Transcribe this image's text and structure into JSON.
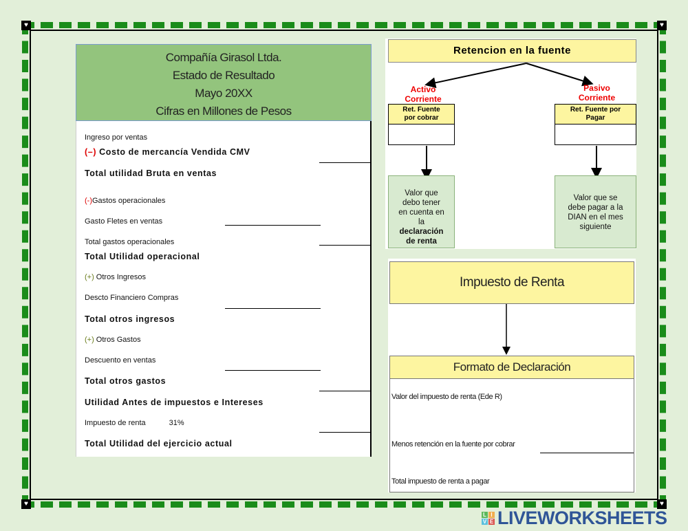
{
  "statement": {
    "header": [
      "Compañía Girasol Ltda.",
      "Estado de Resultado",
      "Mayo 20XX",
      "Cifras en Millones de Pesos"
    ],
    "rows": {
      "ingreso": "Ingreso por ventas",
      "costo_sign": "(–)",
      "costo": " Costo de mercancía Vendida CMV",
      "bruta": "Total utilidad Bruta en ventas",
      "gastos_sign": "(-)",
      "gastos": "Gastos operacionales",
      "fletes": "Gasto Fletes en ventas",
      "total_gastos": "Total gastos operacionales",
      "util_op": "Total Utilidad operacional",
      "otros_ing_sign": "(+)",
      "otros_ing": " Otros Ingresos",
      "descto": "Descto Financiero Compras",
      "total_otros_ing": "Total otros ingresos",
      "otros_gas_sign": "(+)",
      "otros_gas": " Otros Gastos",
      "desc_ventas": "Descuento  en ventas",
      "total_otros_gas": "Total otros gastos",
      "antes_imp": "Utilidad Antes de impuestos e Intereses",
      "imp_renta": "Impuesto de renta",
      "imp_pct": "31%",
      "total_ejercicio": "Total Utilidad del ejercicio actual"
    }
  },
  "retencion": {
    "title": "Retencion en la fuente",
    "left_cat": [
      "Activo",
      "Corriente"
    ],
    "right_cat": [
      "Pasivo",
      "Corriente"
    ],
    "left_box": [
      "Ret. Fuente",
      "por cobrar"
    ],
    "right_box": [
      "Ret. Fuente por",
      "Pagar"
    ],
    "left_note": [
      "Valor que",
      "debo tener",
      "en cuenta en",
      "la"
    ],
    "left_note_bold": [
      "declaración",
      "de renta"
    ],
    "right_note": [
      "Valor que se",
      "debe pagar a la",
      "DIAN en el mes",
      "siguiente"
    ]
  },
  "impuesto": {
    "title": "Impuesto de Renta",
    "formato": "Formato de Declaración",
    "row1": "Valor del impuesto de renta  (Ede R)",
    "row2": "Menos retención en la fuente por cobrar",
    "row3": "Total impuesto de renta a pagar"
  },
  "brand": {
    "logo": [
      "L",
      "I",
      "V",
      "E"
    ],
    "text": "LIVEWORKSHEETS"
  },
  "colors": {
    "border_green": "#1a8c1a",
    "header_green": "#93c47d",
    "yellow": "#fdf5a0",
    "red": "#e00000",
    "brand_blue": "#2f5597"
  }
}
